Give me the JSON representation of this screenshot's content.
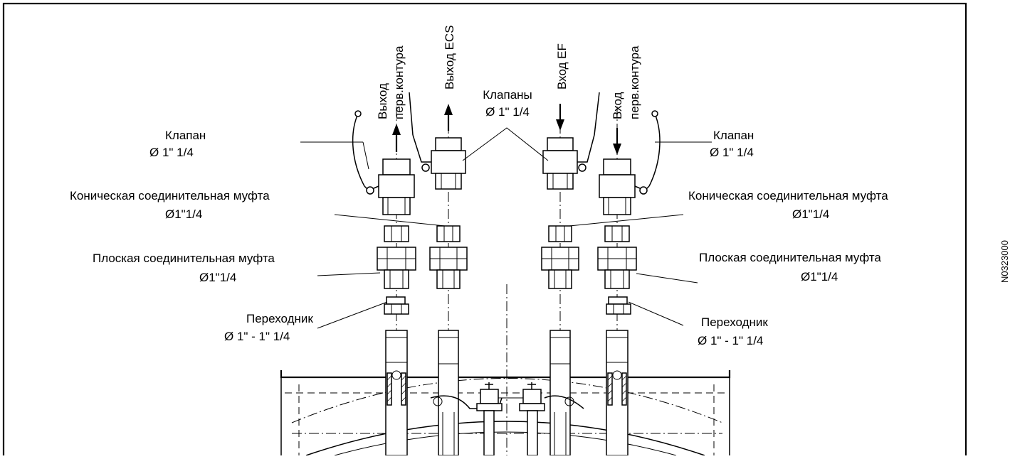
{
  "labels": {
    "top_outlet_primary_1": "Выход",
    "top_outlet_primary_2": "перв.контура",
    "top_outlet_ecs": "Выход ECS",
    "top_inlet_ef": "Вход EF",
    "top_inlet_primary_1": "Вход",
    "top_inlet_primary_2": "перв.контура",
    "valves_1": "Клапаны",
    "valves_2": "Ø 1\" 1/4",
    "valve_left_1": "Клапан",
    "valve_left_2": "Ø 1\" 1/4",
    "valve_right_1": "Клапан",
    "valve_right_2": "Ø 1\" 1/4",
    "conic_left_1": "Коническая  соединительная  муфта",
    "conic_left_2": "Ø1\"1/4",
    "conic_right_1": "Коническая  соединительная  муфта",
    "conic_right_2": "Ø1\"1/4",
    "flat_left_1": "Плоская  соединительная   муфта",
    "flat_left_2": "Ø1\"1/4",
    "flat_right_1": "Плоская   соединительная   муфта",
    "flat_right_2": "Ø1\"1/4",
    "adapter_left_1": "Переходник",
    "adapter_left_2": "Ø 1\" - 1\" 1/4",
    "adapter_right_1": "Переходник",
    "adapter_right_2": "Ø 1\" - 1\" 1/4",
    "drawing_code": "N0323000"
  },
  "icons": {
    "arrow_up": "arrow-up-icon",
    "arrow_down": "arrow-down-icon",
    "valve": "ball-valve-icon",
    "union": "union-fitting-icon",
    "adapter": "adapter-icon",
    "pipe": "pipe-icon"
  }
}
